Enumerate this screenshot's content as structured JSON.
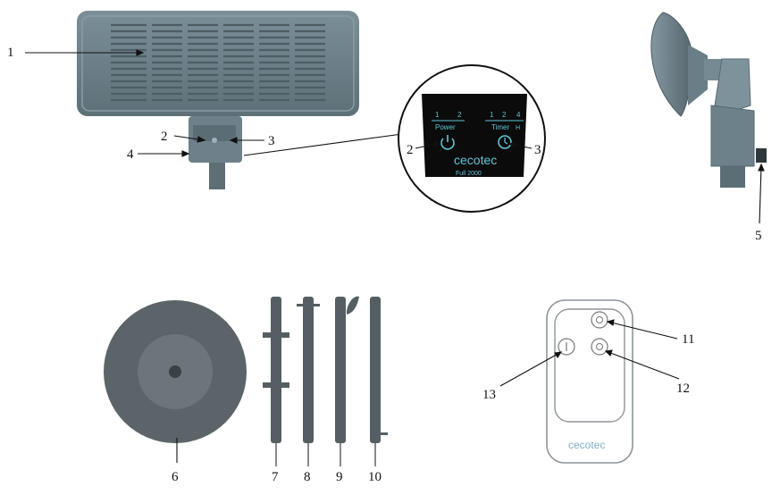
{
  "callouts": {
    "c1": "1",
    "c2": "2",
    "c3": "3",
    "c4": "4",
    "c5": "5",
    "c6": "6",
    "c7": "7",
    "c8": "8",
    "c9": "9",
    "c10": "10",
    "c11": "11",
    "c12": "12",
    "c13": "13",
    "zoom_left": "2",
    "zoom_right": "3"
  },
  "control_panel": {
    "power_levels": [
      "1",
      "2"
    ],
    "power_label": "Power",
    "timer_levels": [
      "1",
      "2",
      "4"
    ],
    "timer_label": "Timer",
    "timer_unit": "H",
    "brand": "cecotec",
    "model": "Full 2000"
  },
  "remote": {
    "brand": "cecotec"
  },
  "colors": {
    "heater_body": "#687d86",
    "heater_dark": "#4f5f66",
    "panel_bg": "#0b0b0b",
    "panel_text": "#5fc6d9",
    "base_outer": "#5b6569",
    "base_inner": "#6b757a",
    "pole": "#555f63",
    "remote_outline": "#9a9fa3"
  }
}
